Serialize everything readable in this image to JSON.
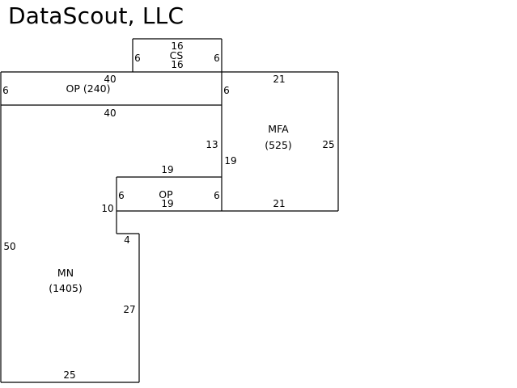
{
  "title": "DataScout, LLC",
  "areas": {
    "cs": {
      "label": "CS"
    },
    "op_top": {
      "label": "OP (240)"
    },
    "mfa": {
      "label": "MFA",
      "sqft": "(525)"
    },
    "op_mid": {
      "label": "OP"
    },
    "mn": {
      "label": "MN",
      "sqft": "(1405)"
    }
  },
  "dimensions": {
    "cs_top": "16",
    "cs_bottom": "16",
    "cs_left": "6",
    "cs_right": "6",
    "op_top_top": "40",
    "op_top_bottom": "40",
    "op_top_left": "6",
    "op_top_right": "6",
    "mfa_top": "21",
    "mfa_bottom": "21",
    "mfa_right": "25",
    "mfa_left": "19",
    "inner_right": "13",
    "op_mid_top": "19",
    "op_mid_bottom": "19",
    "op_mid_left": "6",
    "op_mid_right": "6",
    "notch_left": "10",
    "notch_bottom": "4",
    "mn_left": "50",
    "mn_right": "27",
    "mn_bottom": "25"
  }
}
